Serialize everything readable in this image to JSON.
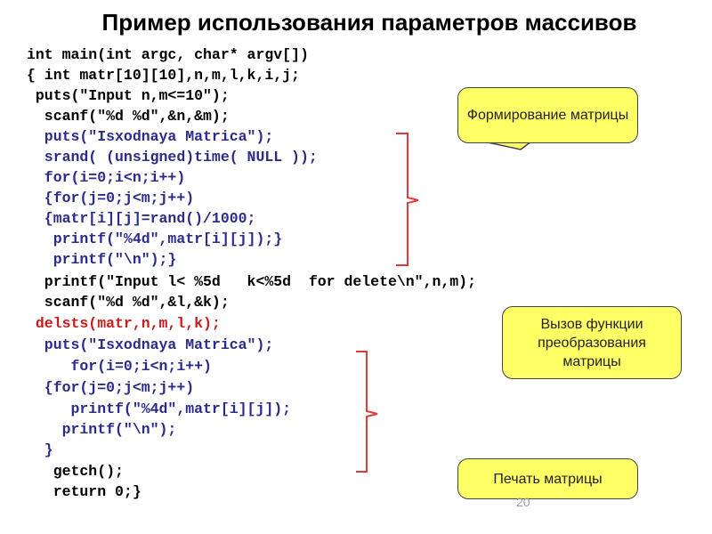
{
  "title": "Пример использования параметров массивов",
  "code_lines": [
    "int main(int argc, char* argv[])",
    "{ int matr[10][10],n,m,l,k,i,j;",
    " puts(\"Input n,m<=10\");",
    "  scanf(\"%d %d\",&n,&m);",
    "  puts(\"Isxodnaya Matrica\");",
    "  srand( (unsigned)time( NULL ));",
    "  for(i=0;i<n;i++)",
    "  {for(j=0;j<m;j++)",
    "  {matr[i][j]=rand()/1000;",
    "   printf(\"%4d\",matr[i][j]);}",
    "   printf(\"\\n\");}",
    "  printf(\"Input l< %5d   k<%5d  for delete\\n\",n,m);",
    "  scanf(\"%d %d\",&l,&k);",
    " delsts(matr,n,m,l,k);",
    "  puts(\"Isxodnaya Matrica\");",
    "     for(i=0;i<n;i++)",
    "  {for(j=0;j<m;j++)",
    "     printf(\"%4d\",matr[i][j]);",
    "    printf(\"\\n\");",
    "  }",
    "   getch();",
    "   return 0;}"
  ],
  "callouts": {
    "form": "Формирование матрицы",
    "call": "Вызов функции преобразования матрицы",
    "print": "Печать матрицы"
  },
  "page_number": "20",
  "colors": {
    "code_default": "#000000",
    "code_blue": "#2b2b8c",
    "code_red": "#cc1a1a",
    "callout_fill": "#ffff66",
    "bracket": "#e03a3a"
  }
}
